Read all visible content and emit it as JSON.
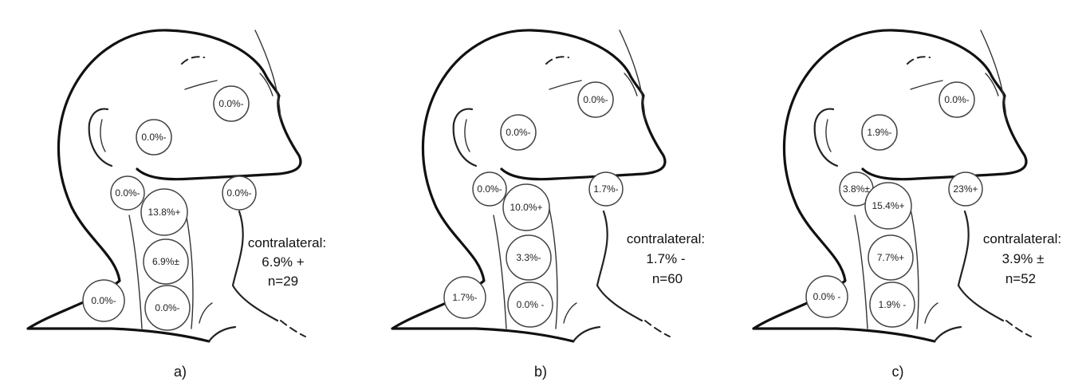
{
  "panels": [
    {
      "label": "a)",
      "nodes": [
        "0.0%-",
        "0.0%-",
        "0.0%-",
        "0.0%-",
        "13.8%+",
        "6.9%±",
        "0.0%-",
        "0.0%-"
      ],
      "contralateral": {
        "title": "contralateral:",
        "value": "6.9% +",
        "n": "n=29"
      }
    },
    {
      "label": "b)",
      "nodes": [
        "0.0%-",
        "0.0%-",
        "0.0%-",
        "1.7%-",
        "10.0%+",
        "3.3%-",
        "0.0% -",
        "1.7%-"
      ],
      "contralateral": {
        "title": "contralateral:",
        "value": "1.7% -",
        "n": "n=60"
      }
    },
    {
      "label": "c)",
      "nodes": [
        "0.0%-",
        "1.9%-",
        "3.8%±",
        "23%+",
        "15.4%+",
        "7.7%+",
        "1.9% -",
        "0.0% -"
      ],
      "contralateral": {
        "title": "contralateral:",
        "value": "3.9% ±",
        "n": "n=52"
      }
    }
  ]
}
